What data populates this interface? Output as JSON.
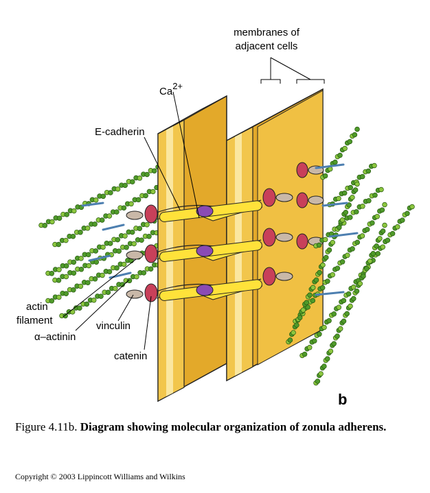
{
  "diagram": {
    "labels": {
      "membranes": [
        "membranes of",
        "adjacent cells"
      ],
      "ca": "Ca",
      "ca_sup": "2+",
      "ecadherin": "E-cadherin",
      "actin": [
        "actin",
        "filament"
      ],
      "alpha_actinin": "α–actinin",
      "vinculin": "vinculin",
      "catenin": "catenin"
    },
    "panel_letter": "b",
    "colors": {
      "membrane_face": "#f3c94a",
      "membrane_edge": "#e0a820",
      "membrane_light": "#fbe7a0",
      "actin": "#4f9a2a",
      "actin_light": "#8cc63f",
      "catenin": "#c8405a",
      "vinculin": "#c9b8a8",
      "cadherin": "#ffe23a",
      "calcium": "#8a4bb5",
      "alpha_actinin": "#4d7fb0"
    }
  },
  "caption": {
    "prefix": "Figure 4.11b. ",
    "bold": "Diagram showing molecular organization of zonula adherens."
  },
  "copyright": "Copyright © 2003 Lippincott Williams and Wilkins"
}
